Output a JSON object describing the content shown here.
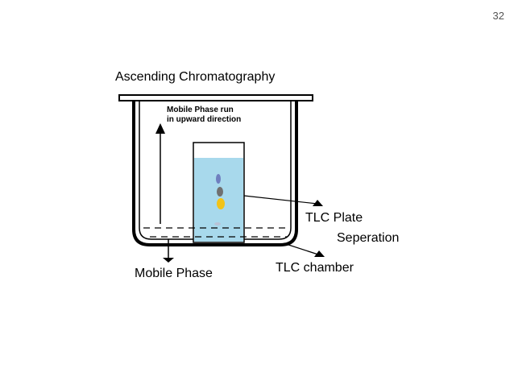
{
  "slide": {
    "number": "32"
  },
  "diagram": {
    "title": "Ascending Chromatography",
    "note_line1": "Mobile Phase run",
    "note_line2": "in upward direction",
    "labels": {
      "tlc_plate": "TLC Plate",
      "separation": "Seperation",
      "tlc_chamber": "TLC chamber",
      "mobile_phase": "Mobile Phase"
    },
    "colors": {
      "plate_fill": "#a8d9ec",
      "spot_blue": "#6f7fbf",
      "spot_gray": "#707070",
      "spot_yellow": "#f2c318",
      "spot_faint": "#b9c3d6"
    }
  }
}
